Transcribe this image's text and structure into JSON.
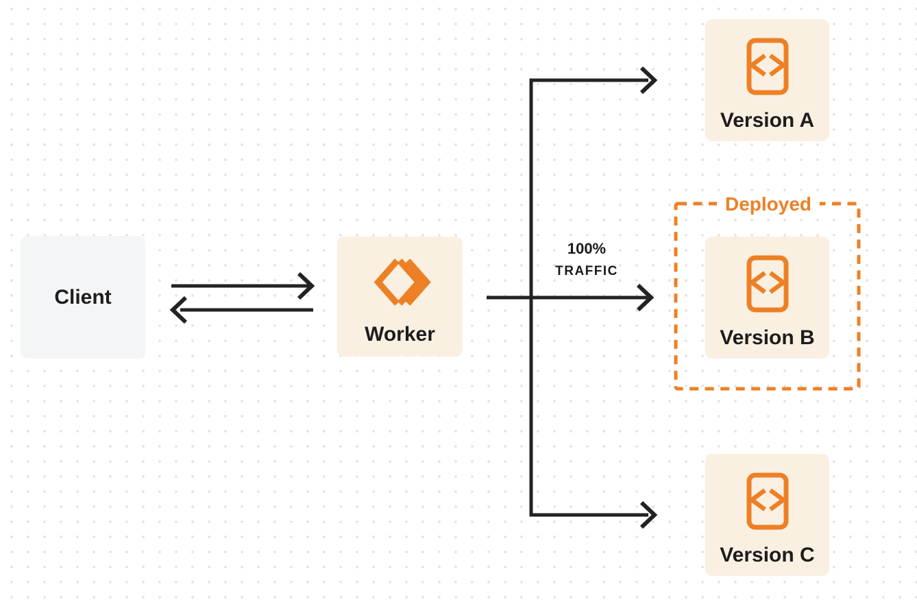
{
  "colors": {
    "accent_orange": "#ED8025",
    "node_cream_bg": "#FAF0E2",
    "client_gray_bg": "#F4F5F6",
    "arrow_black": "#232323",
    "label_text": "#1D1D1D",
    "dot_grid": "#E2E2E2"
  },
  "nodes": {
    "client": {
      "label": "Client"
    },
    "worker": {
      "label": "Worker",
      "icon": "cloudflare-workers-logo-icon"
    },
    "version_a": {
      "label": "Version A",
      "icon": "code-file-icon"
    },
    "version_b": {
      "label": "Version B",
      "icon": "code-file-icon"
    },
    "version_c": {
      "label": "Version C",
      "icon": "code-file-icon"
    }
  },
  "annotations": {
    "deployed_label": "Deployed",
    "traffic_line1": "100%",
    "traffic_line2": "TRAFFIC"
  }
}
